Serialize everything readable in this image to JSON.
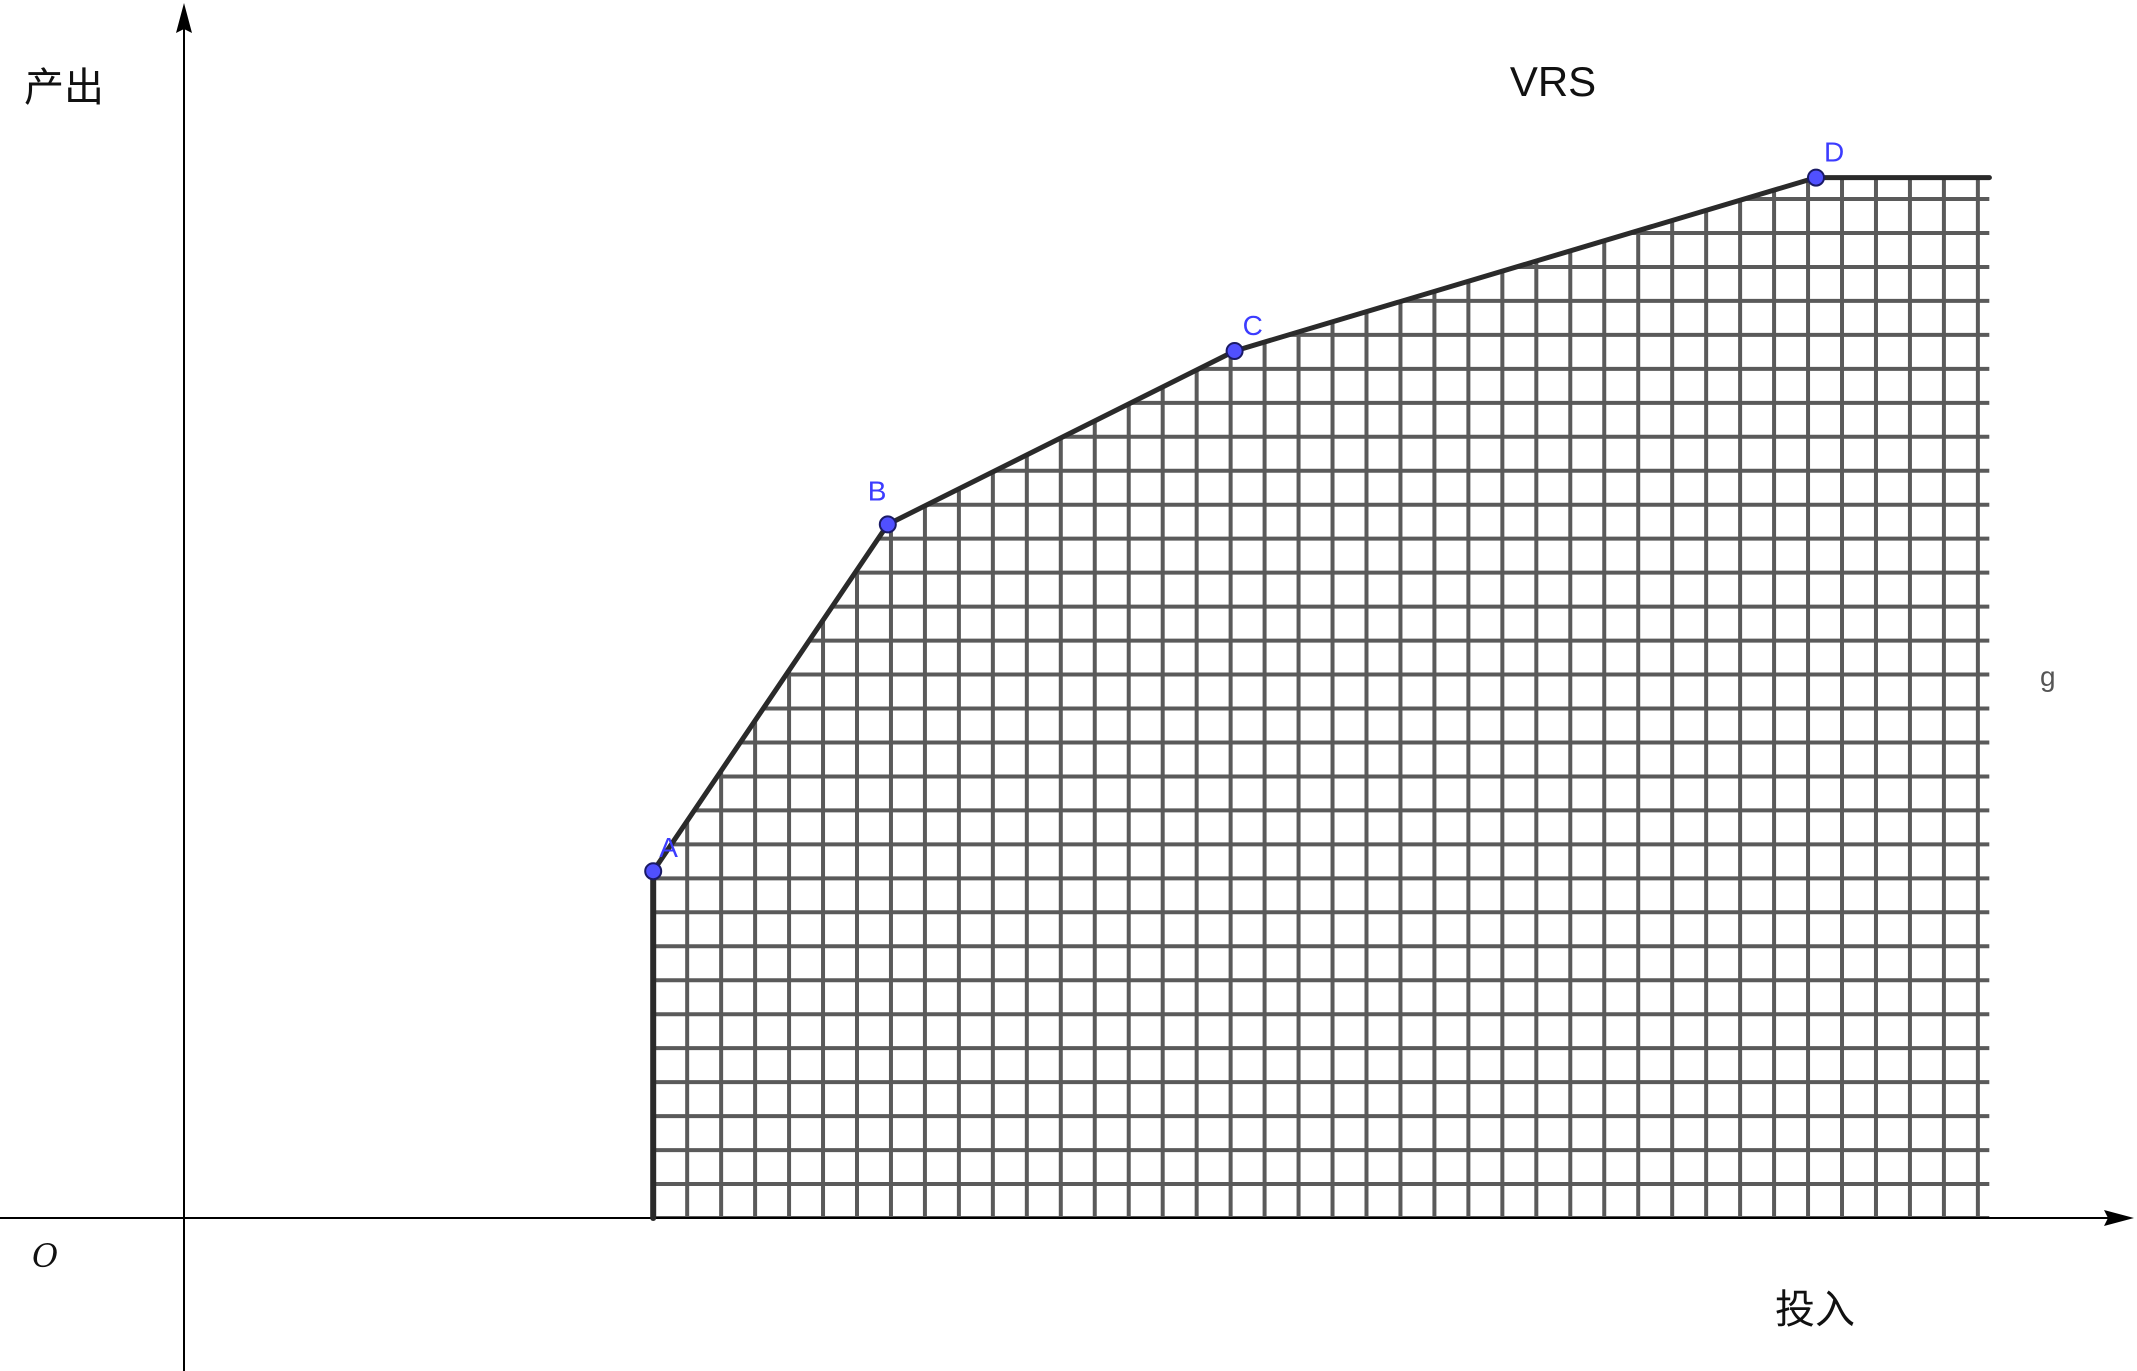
{
  "diagram": {
    "title": "VRS",
    "origin_label": "O",
    "x_axis_label": "投入",
    "y_axis_label": "产出",
    "line_label": "g",
    "points": [
      {
        "name": "A",
        "input": 4.6,
        "output": 3.4
      },
      {
        "name": "B",
        "input": 6.9,
        "output": 6.8
      },
      {
        "name": "C",
        "input": 10.3,
        "output": 8.5
      },
      {
        "name": "D",
        "input": 16.0,
        "output": 10.2
      }
    ],
    "free_disposal_max_input": 17.7,
    "x_range": [
      -1.8,
      18.9
    ],
    "y_range": [
      -1.5,
      11.7
    ],
    "grid_step": 0.333,
    "colors": {
      "axis": "#000000",
      "frontier": "#2a2a2a",
      "hatch": "#5a5a5a",
      "point_fill": "#5050ff",
      "point_stroke": "#1a1a66",
      "point_label": "#3c3cff",
      "text": "#111111"
    }
  }
}
